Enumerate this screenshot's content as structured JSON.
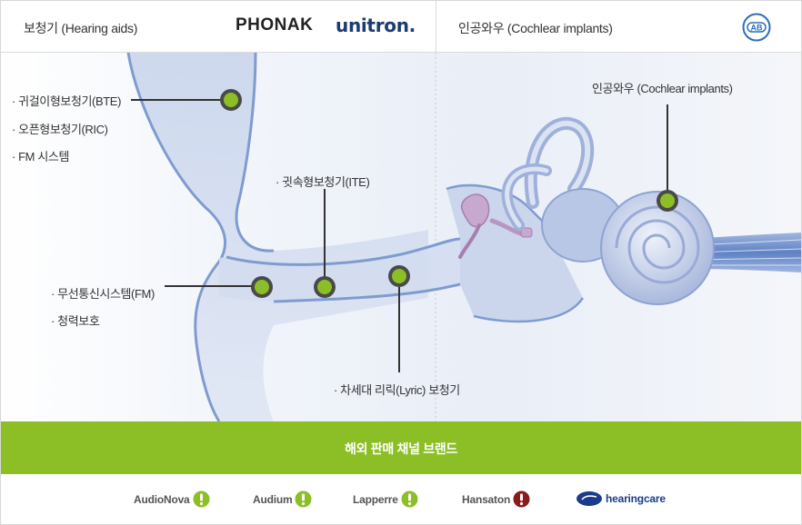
{
  "header": {
    "left_title": "보청기 (Hearing aids)",
    "logo_phonak": "PHONAK",
    "logo_unitron": "unitron.",
    "right_title": "인공와우 (Cochlear implants)",
    "logo_ab": "AB"
  },
  "labels": {
    "bte": "· 귀걸이형보청기(BTE)",
    "ric": "· 오픈형보청기(RIC)",
    "fm_system": "· FM 시스템",
    "ite": "· 귓속형보청기(ITE)",
    "wireless_fm": "· 무선통신시스템(FM)",
    "hearing_protection": "· 청력보호",
    "lyric": "· 차세대 리릭(Lyric) 보청기",
    "cochlear": "인공와우 (Cochlear implants)"
  },
  "band": {
    "title": "해외 판매 채널 브랜드"
  },
  "brands": [
    {
      "name": "AudioNova",
      "color": "#8cbf26"
    },
    {
      "name": "Audium",
      "color": "#8cbf26"
    },
    {
      "name": "Lapperre",
      "color": "#8cbf26"
    },
    {
      "name": "Hansaton",
      "color": "#8b1a1a"
    },
    {
      "name": "hearingcare",
      "color": "#1b3c8c"
    }
  ],
  "colors": {
    "accent_green": "#8cbf26",
    "marker_ring": "#4a4a4a",
    "ear_outline": "#7f9bd0",
    "ear_fill": "#cfd9ee"
  }
}
